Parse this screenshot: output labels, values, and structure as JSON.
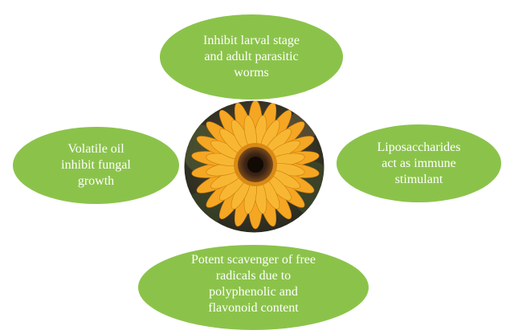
{
  "colors": {
    "bubble_fill": "#8bc34a",
    "bubble_text": "#ffffff",
    "petal": "#f5a623",
    "flower_center": "#3b2415"
  },
  "center_image": {
    "icon": "calendula-flower-photo"
  },
  "bubbles": {
    "top": "Inhibit larval stage\nand adult parasitic\nworms",
    "left": "Volatile oil\ninhibit fungal\ngrowth",
    "right": "Liposaccharides\nact as immune\nstimulant",
    "bottom": "Potent scavenger of free\nradicals due to\npolyphenolic and\nflavonoid content"
  }
}
